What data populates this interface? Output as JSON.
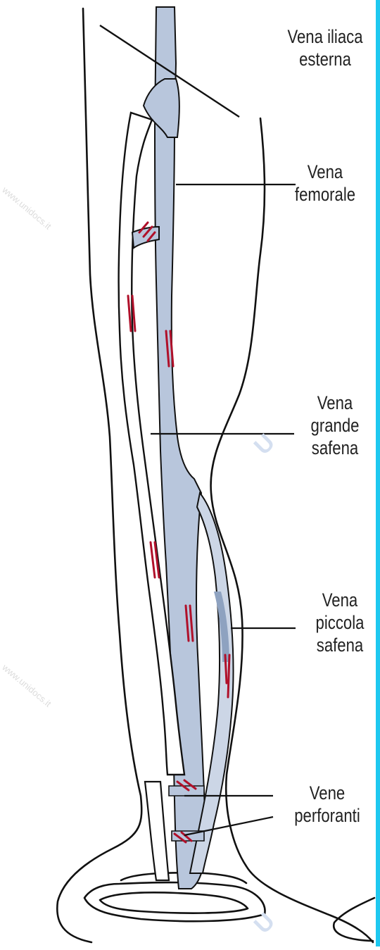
{
  "diagram": {
    "labels": {
      "vena_iliaca_esterna": [
        "Vena iliaca",
        "esterna"
      ],
      "vena_femorale": [
        "Vena",
        "femorale"
      ],
      "vena_grande_safena": [
        "Vena",
        "grande",
        "safena"
      ],
      "vena_piccola_safena": [
        "Vena",
        "piccola",
        "safena"
      ],
      "vene_perforanti": [
        "Vene",
        "perforanti"
      ]
    },
    "watermark": {
      "text": "www.unidocs.it",
      "logo": "U"
    },
    "colors": {
      "outline": "#111111",
      "vein_fill": "#b8c6dc",
      "vein_fill_light": "#ccd6e6",
      "valve_red": "#b0102a",
      "border_cyan": "#1ec8f0",
      "watermark_gray": "#dcdcdc"
    }
  }
}
